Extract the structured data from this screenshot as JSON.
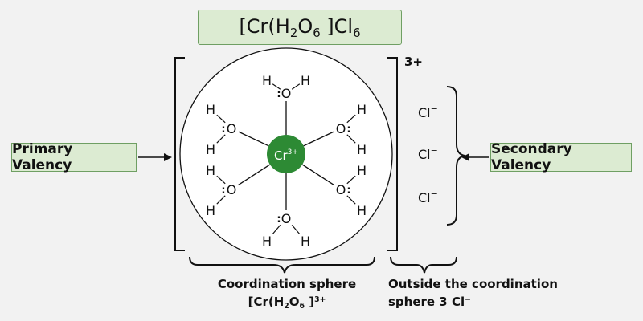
{
  "formula": {
    "parts": [
      "[Cr(H",
      "2",
      "O",
      "6",
      " ]Cl",
      "6"
    ]
  },
  "left_label": "Primary Valency",
  "right_label": "Secondary Valency",
  "central_ion": {
    "symbol": "Cr",
    "charge": "3+"
  },
  "complex_charge": "3+",
  "ligand_atoms": {
    "oxygen": "O",
    "hydrogen": "H",
    "lone_pair": ":"
  },
  "counter_ion": {
    "symbol": "Cl",
    "charge": "−",
    "count": 3
  },
  "caption_coordination": {
    "line1": "Coordination sphere",
    "line2_parts": [
      "[Cr(H",
      "2",
      "O",
      "6",
      " ]",
      "3+"
    ]
  },
  "caption_outside": {
    "line1": "Outside the coordination",
    "line2_parts": [
      "sphere 3 Cl",
      "−"
    ]
  },
  "colors": {
    "background": "#f2f2f2",
    "label_fill": "#dcebd2",
    "label_border": "#6f9f63",
    "central_ion_fill": "#2d8a34",
    "line": "#111111"
  }
}
